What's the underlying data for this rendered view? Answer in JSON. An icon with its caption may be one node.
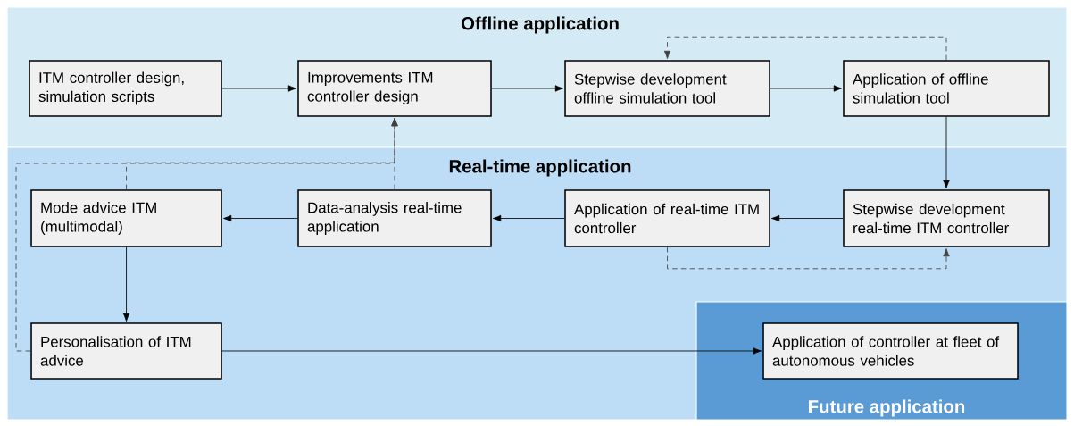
{
  "diagram": {
    "nodes": [
      {
        "text": [
          "Offline application"
        ]
      },
      {
        "text": [
          "ITM controller design, simulation scripts"
        ],
        "in": 0
      },
      {
        "text": [
          "Improvements ITM controller design"
        ],
        "in": 0
      },
      {
        "text": [
          "Stepwise development offline simulation tool"
        ],
        "in": 0
      },
      {
        "text": [
          "Application of offline simulation tool"
        ],
        "in": 0
      },
      {
        "text": [
          "Real-time application"
        ]
      },
      {
        "text": [
          "Mode advice ITM (multimodal)"
        ],
        "in": 5
      },
      {
        "text": [
          "Data-analysis real-time application"
        ],
        "in": 5
      },
      {
        "text": [
          "Application of real-time ITM controller"
        ],
        "in": 5
      },
      {
        "text": [
          "Stepwise development real-time ITM controller"
        ],
        "in": 5
      },
      {
        "text": [
          "Personalisation of ITM advice"
        ],
        "in": 5
      },
      {
        "text": [
          "Future application"
        ],
        "in": 5
      },
      {
        "text": [
          "Application of controller at fleet of autonomous vehicles"
        ],
        "in": 11
      }
    ],
    "edges": [
      {
        "from": 1,
        "to": 2,
        "arrow": "to"
      },
      {
        "from": 2,
        "to": 3,
        "arrow": "to"
      },
      {
        "from": 3,
        "to": 4,
        "arrow": "to"
      },
      {
        "from": 4,
        "to": 9,
        "arrow": "to"
      },
      {
        "from": 9,
        "to": 8,
        "arrow": "to"
      },
      {
        "from": 8,
        "to": 7,
        "arrow": "to"
      },
      {
        "from": 7,
        "to": 6,
        "arrow": "to"
      },
      {
        "from": 6,
        "to": 10,
        "arrow": "to"
      },
      {
        "from": 10,
        "to": 12,
        "arrow": "to"
      },
      {
        "from": 4,
        "to": 3,
        "arrow": "to",
        "style": "dashed"
      },
      {
        "from": 8,
        "to": 9,
        "arrow": "to",
        "style": "dashed"
      },
      {
        "from": 7,
        "to": 2,
        "arrow": "to",
        "style": "dashed"
      },
      {
        "from": 6,
        "to": 2,
        "arrow": "to",
        "style": "dashed"
      },
      {
        "from": 10,
        "to": 2,
        "arrow": "to",
        "style": "dashed"
      }
    ]
  }
}
